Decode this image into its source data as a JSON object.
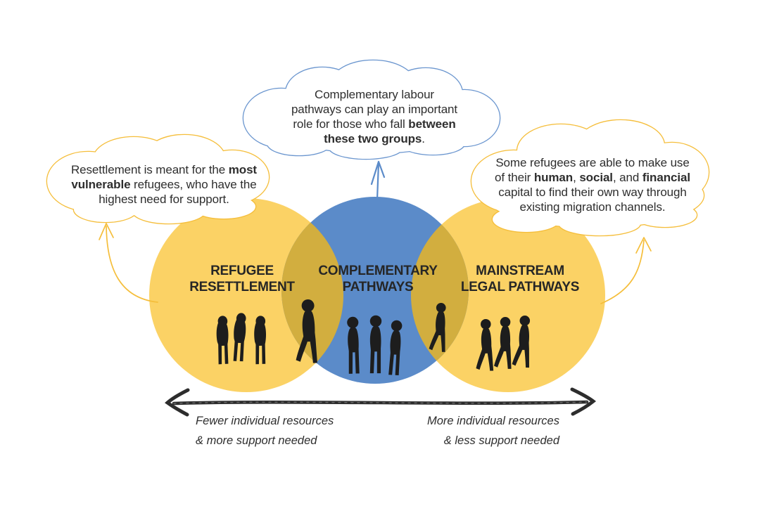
{
  "colors": {
    "circle_yellow": "#FBD265",
    "circle_blue": "#5B8BC9",
    "overlap_olive": "#D2AE3F",
    "cloud_yellow_stroke": "#F5BE3B",
    "cloud_blue_stroke": "#6B96CF",
    "figure_black": "#1D1D1D",
    "arrow_black": "#2D2D2D",
    "text_dark": "#2B2B2B"
  },
  "clouds": {
    "middle": {
      "lines": [
        [
          {
            "text": "Complementary labour",
            "bold": false
          }
        ],
        [
          {
            "text": "pathways can play an important",
            "bold": false
          }
        ],
        [
          {
            "text": "role for those who fall ",
            "bold": false
          },
          {
            "text": "between",
            "bold": true
          }
        ],
        [
          {
            "text": "these two groups",
            "bold": true
          },
          {
            "text": ".",
            "bold": false
          }
        ]
      ]
    },
    "left": {
      "lines": [
        [
          {
            "text": "Resettlement is meant for the ",
            "bold": false
          },
          {
            "text": "most",
            "bold": true
          }
        ],
        [
          {
            "text": "vulnerable",
            "bold": true
          },
          {
            "text": " refugees, who have the",
            "bold": false
          }
        ],
        [
          {
            "text": "highest need for support.",
            "bold": false
          }
        ]
      ]
    },
    "right": {
      "lines": [
        [
          {
            "text": "Some refugees are able to make use",
            "bold": false
          }
        ],
        [
          {
            "text": "of their ",
            "bold": false
          },
          {
            "text": "human",
            "bold": true
          },
          {
            "text": ", ",
            "bold": false
          },
          {
            "text": "social",
            "bold": true
          },
          {
            "text": ", and ",
            "bold": false
          },
          {
            "text": "financial",
            "bold": true
          }
        ],
        [
          {
            "text": "capital to find their own way through",
            "bold": false
          }
        ],
        [
          {
            "text": "existing migration channels.",
            "bold": false
          }
        ]
      ]
    }
  },
  "venn": {
    "circles": [
      {
        "key": "refugee-resettlement",
        "label_lines": [
          "REFUGEE",
          "RESETTLEMENT"
        ]
      },
      {
        "key": "complementary-pathways",
        "label_lines": [
          "COMPLEMENTARY",
          "PATHWAYS"
        ]
      },
      {
        "key": "mainstream-legal-pathways",
        "label_lines": [
          "MAINSTREAM",
          "LEGAL PATHWAYS"
        ]
      }
    ]
  },
  "axis": {
    "left_label_lines": [
      "Fewer individual resources",
      "& more support needed"
    ],
    "right_label_lines": [
      "More individual resources",
      "& less support needed"
    ]
  }
}
